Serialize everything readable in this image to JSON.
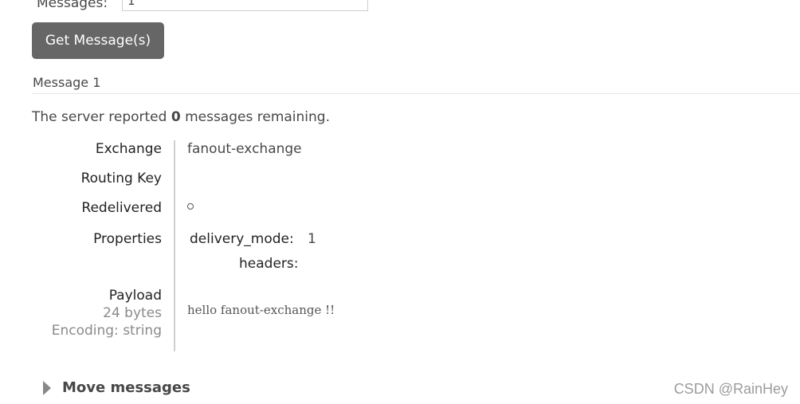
{
  "get_messages_form": {
    "messages_label": "Messages:",
    "messages_value": "1",
    "button_label": "Get Message(s)"
  },
  "message": {
    "heading": "Message 1",
    "report_prefix": "The server reported",
    "remaining_count": "0",
    "report_suffix": "messages remaining.",
    "labels": {
      "exchange": "Exchange",
      "routing_key": "Routing Key",
      "redelivered": "Redelivered",
      "properties": "Properties",
      "payload": "Payload",
      "payload_size": "24 bytes",
      "encoding": "Encoding: string"
    },
    "values": {
      "exchange": "fanout-exchange",
      "routing_key": "",
      "redelivered": false,
      "payload": "hello fanout-exchange !!"
    },
    "properties": [
      {
        "key": "delivery_mode:",
        "value": "1"
      },
      {
        "key": "headers:",
        "value": ""
      }
    ]
  },
  "move_messages": {
    "label": "Move messages",
    "icon": "caret-right-icon"
  },
  "watermark": "CSDN @RainHey"
}
